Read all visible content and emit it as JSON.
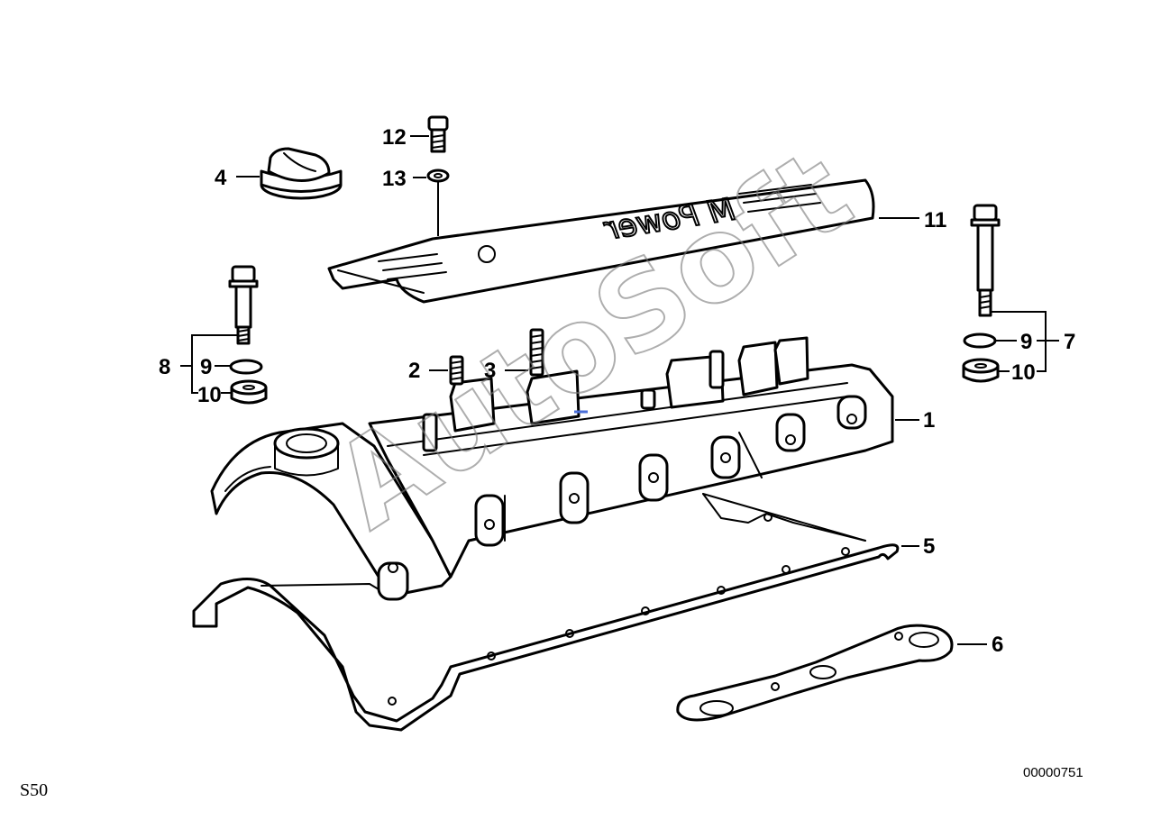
{
  "callouts": {
    "c1": "1",
    "c2": "2",
    "c3": "3",
    "c4": "4",
    "c5": "5",
    "c6": "6",
    "c7": "7",
    "c8": "8",
    "c9_left": "9",
    "c10_left": "10",
    "c9_right": "9",
    "c10_right": "10",
    "c11": "11",
    "c12": "12",
    "c13": "13"
  },
  "footer": {
    "engine_code": "S50",
    "diagram_number": "00000751"
  },
  "watermark": "AutoSoft",
  "colors": {
    "line": "#000000",
    "watermark": "#7a7a7a"
  }
}
